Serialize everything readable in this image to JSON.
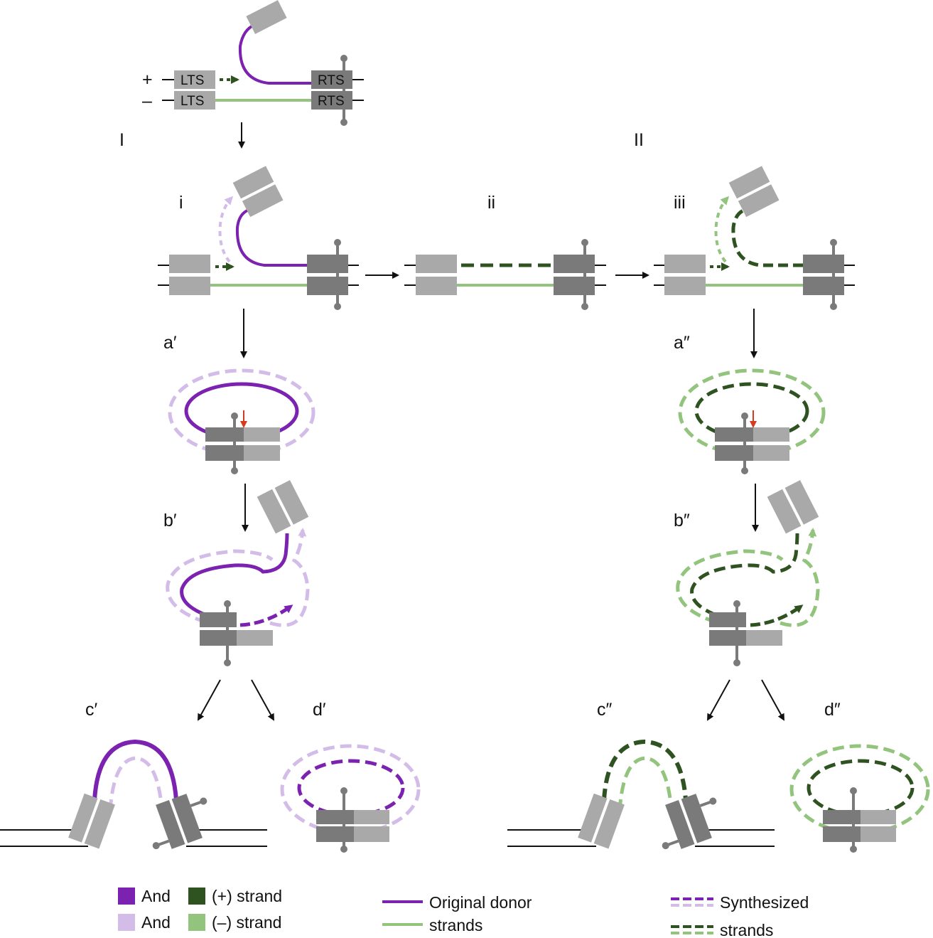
{
  "top": {
    "plus_sign": "+",
    "minus_sign": "–",
    "lts_label": "LTS",
    "rts_label": "RTS"
  },
  "pathways": {
    "left": "I",
    "right": "II"
  },
  "stages": {
    "i": "i",
    "ii": "ii",
    "iii": "iii"
  },
  "steps": {
    "a1": "a′",
    "b1": "b′",
    "c1": "c′",
    "d1": "d′",
    "a2": "a″",
    "b2": "b″",
    "c2": "c″",
    "d2": "d″"
  },
  "legend": {
    "and_1": "And",
    "and_2": "And",
    "plus_strand": "(+) strand",
    "minus_strand": "(–) strand",
    "original_line1": "Original donor",
    "original_line2": "strands",
    "synth_line1": "Synthesized",
    "synth_line2": "strands"
  },
  "colors": {
    "purple": "#7b22b0",
    "light_purple": "#d3bde8",
    "dark_green": "#2f5320",
    "light_green": "#93c47d",
    "light_gray": "#a9a9a9",
    "dark_gray": "#7a7a7a",
    "red_arrow": "#d63b1f"
  }
}
